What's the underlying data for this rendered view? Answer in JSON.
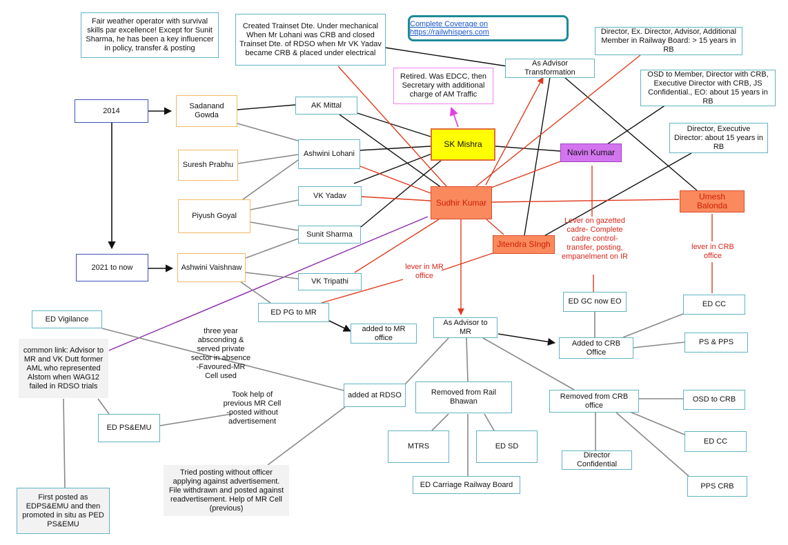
{
  "link": {
    "text": "Complete Coverage on https://railwhispers.com"
  },
  "nodes": {
    "y2014": "2014",
    "y2021": "2021 to now",
    "sadanand": "Sadanand Gowda",
    "suresh": "Suresh Prabhu",
    "piyush": "Piyush Goyal",
    "vaishnaw": "Ashwini Vaishnaw",
    "akmittal": "AK Mittal",
    "lohani": "Ashwini Lohani",
    "vkyadav": "VK Yadav",
    "sunit": "Sunit Sharma",
    "vktripathi": "VK Tripathi",
    "edpg": "ED PG to MR",
    "skmishra": "SK Mishra",
    "sudhir": "Sudhir Kumar",
    "jitendra": "Jitendra SIngh",
    "navin": "Navin Kumar",
    "umesh": "Umesh Balonda",
    "advtrans": "As Advisor Transformation",
    "retired": "Retired. Was EDCC, then Secretary with additional charge of AM Traffic",
    "fairweather": "Fair weather operator with survival skills par excellence! Except for Sunit Sharma, he has been a key influencer in policy, transfer & posting",
    "trainset": "Created Trainset Dte. Under mechanical When Mr Lohani was CRB and closed Trainset Dte. of RDSO when Mr VK Yadav became CRB & placed under electrical",
    "dir15": "Director, Ex. Director, Advisor, Additional Member in Railway Board: > 15 years in RB",
    "osd": "OSD to Member, Director with CRB, Executive Director with CRB, JS Confidential., EO: about 15 years in RB",
    "direxec": "Director, Executive Director: about 15 years in RB",
    "addedmr": "added to MR office",
    "advmr": "As Advisor to MR",
    "addedcrb": "Added to CRB Office",
    "edgc": "ED GC now EO",
    "edcc1": "ED CC",
    "pspps": "PS & PPS",
    "edvig": "ED Vigilance",
    "common": "common link: Advisor to MR and VK Dutt former AML who represented Alstom when WAG12 failed in RDSO trials",
    "edpsemu": "ED PS&EMU",
    "firstposted": "First posted as EDPS&EMU and then promoted in situ as PED PS&EMU",
    "addedrdso": "added at RDSO",
    "tried": "Tried posting without officer applying against advertisement. File withdrawn and posted against readvertisement. Help of MR Cell (previous)",
    "removedrb": "Removed from Rail Bhawan",
    "mtrs": "MTRS",
    "edsd": "ED SD",
    "edcarriage": "ED Carriage Railway Board",
    "removedcrb": "Removed from CRB office",
    "osdcrb": "OSD to CRB",
    "edcc2": "ED CC",
    "dirconf": "Director Confidential",
    "ppscrb": "PPS CRB"
  },
  "labels": {
    "lever_mr": "lever in MR office",
    "lever_gaz": "Lever on gazetted cadre- Complete cadre control-transfer, posting, empanelment on IR",
    "lever_crb": "lever in CRB office",
    "three_year": "three year absconding & served private sector in absence -Favoured-MR Cell used",
    "took_help": "Took help of previous MR Cell -posted without advertisement"
  },
  "colors": {
    "red_edge": "#e03a1e",
    "black_edge": "#111111",
    "gray_edge": "#888888",
    "purple_edge": "#8a2aaa",
    "pink_edge": "#e040e0"
  }
}
